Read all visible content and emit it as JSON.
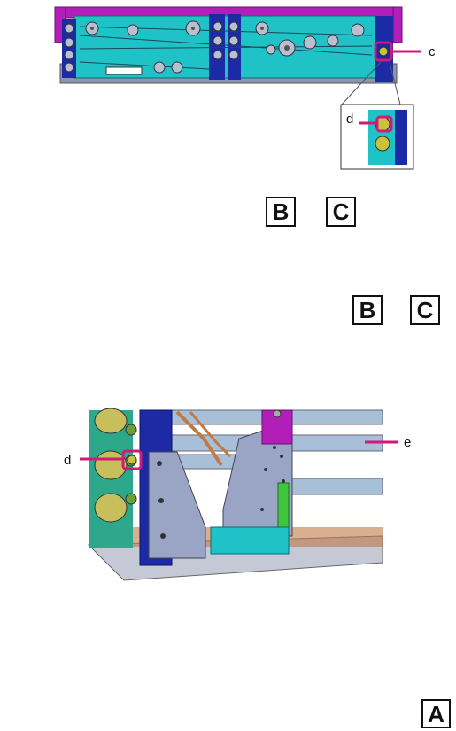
{
  "callouts": {
    "c": "c",
    "d_inset": "d",
    "d_lower": "d",
    "e": "e"
  },
  "refs": {
    "b1": "B",
    "c1": "C",
    "b2": "B",
    "c2": "C",
    "a": "A"
  },
  "colors": {
    "magenta_frame": "#b21fb8",
    "cyan_panel": "#1fc2c6",
    "blue_column": "#1c2aa6",
    "grey_base": "#8f95b0",
    "callout_line": "#d1197a",
    "steel_plate": "#9aa5c5",
    "green_part": "#3fc63f",
    "copper": "#c07a46"
  }
}
